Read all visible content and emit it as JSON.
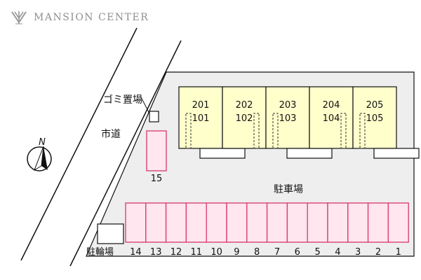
{
  "brand": {
    "name": "MANSION CENTER",
    "logo_icon": "crest-logo-icon",
    "color": "#8f8f8f"
  },
  "map": {
    "road_label": "市道",
    "trash_label": "ゴミ置場",
    "parking_label": "駐車場",
    "bicycle_label": "駐輪場",
    "north_label": "N",
    "north_icon": "compass-arrow-icon",
    "colors": {
      "lot": "#eeeeee",
      "unit_fill": "#ffffcc",
      "space_fill": "#ffe6ef",
      "space_stroke": "#d94470"
    },
    "units": [
      {
        "upper": "201",
        "lower": "101"
      },
      {
        "upper": "202",
        "lower": "102"
      },
      {
        "upper": "203",
        "lower": "103"
      },
      {
        "upper": "204",
        "lower": "104"
      },
      {
        "upper": "205",
        "lower": "105"
      }
    ],
    "parking_spaces": [
      "14",
      "13",
      "12",
      "11",
      "10",
      "9",
      "8",
      "7",
      "6",
      "5",
      "4",
      "3",
      "2",
      "1"
    ],
    "extra_space": "15"
  }
}
